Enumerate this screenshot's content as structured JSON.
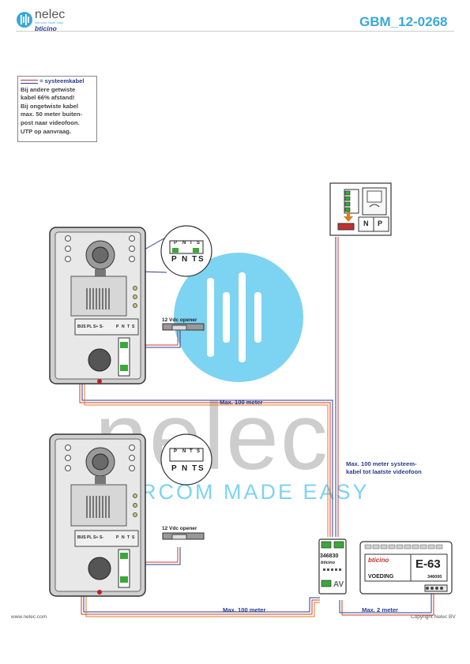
{
  "header": {
    "brand_name": "nelec",
    "brand_tagline": "intercom made easy",
    "sub_brand": "bticino",
    "document_code": "GBM_12-0268"
  },
  "legend": {
    "title": "= systeemkabel",
    "lines": [
      "Bij andere getwiste",
      "kabel 66% afstand!",
      "Bij ongetwiste kabel",
      "max. 50 meter buiten-",
      "post naar videofoon.",
      "UTP op aanvraag."
    ]
  },
  "panel_1": {
    "terminal_labels": [
      "P",
      "N",
      "T",
      "S"
    ],
    "bus_labels": [
      "BUS",
      "PL",
      "S+",
      "S-"
    ],
    "pnts_labels": [
      "P",
      "N",
      "T",
      "S"
    ],
    "opener_label": "12 Vdc opener"
  },
  "panel_2": {
    "terminal_labels": [
      "P",
      "N",
      "T",
      "S"
    ],
    "bus_labels": [
      "BUS",
      "PL",
      "S+",
      "S-"
    ],
    "pnts_labels": [
      "P",
      "N",
      "T",
      "S"
    ],
    "opener_label": "12 Vdc opener"
  },
  "videophone": {
    "np_labels": [
      "N",
      "P"
    ]
  },
  "distribution_module": {
    "code": "346830",
    "brand": "bticino",
    "av_label": "AV"
  },
  "power_supply": {
    "brand": "bticino",
    "model": "E-63",
    "label": "VOEDING",
    "code": "346000"
  },
  "cable_labels": {
    "top_run": "Max. 100 meter",
    "bottom_run": "Max. 100 meter",
    "supply_run": "Max. 2 meter",
    "videophone_run_line1": "Max. 100 meter systeem-",
    "videophone_run_line2": "kabel tot laatste videofoon"
  },
  "watermark": {
    "text": "nelec",
    "tagline": "RCOM MADE EASY"
  },
  "footer": {
    "website": "www.nelec.com",
    "copyright": "Copyright Nelec BV"
  },
  "colors": {
    "accent_blue": "#3ba8d8",
    "cable_blue": "#2a3c8c",
    "cable_red": "#d03a2a",
    "cable_orange": "#e07a20",
    "terminal_green": "#3aa83a"
  }
}
